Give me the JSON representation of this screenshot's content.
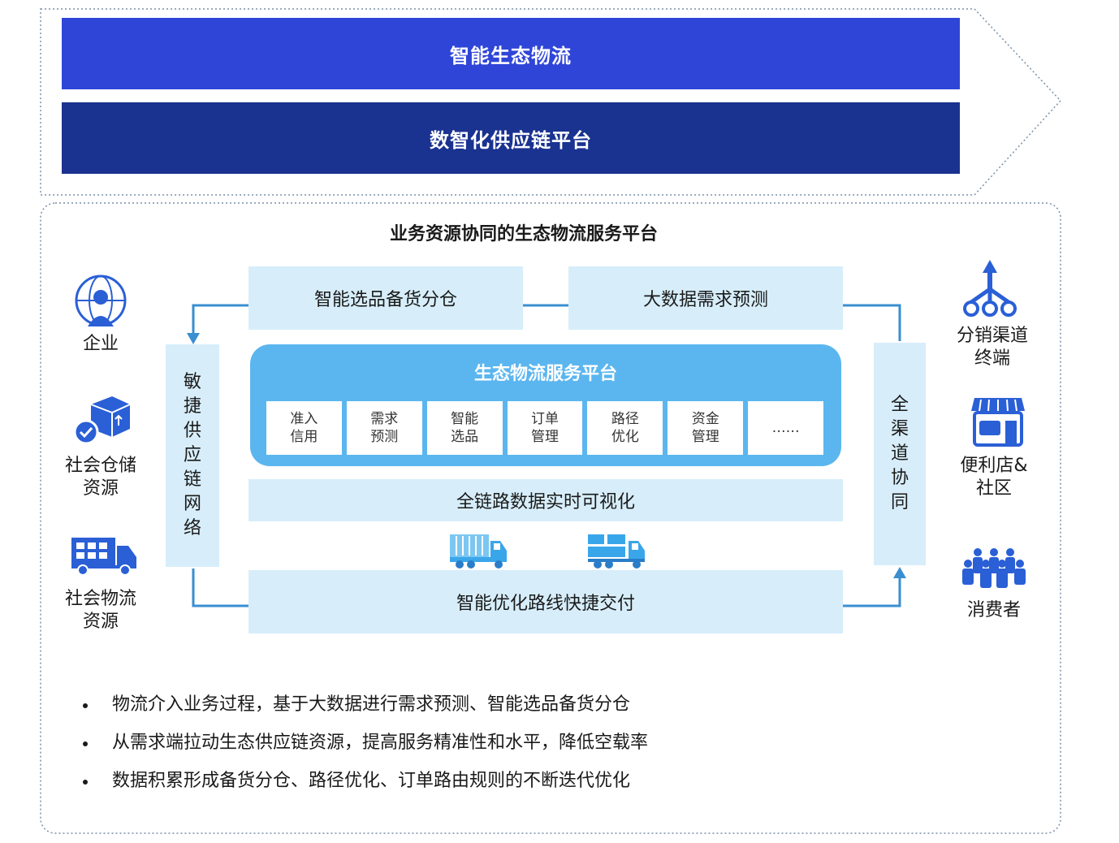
{
  "banners": {
    "top": "智能生态物流",
    "bottom": "数智化供应链平台"
  },
  "section_title": "业务资源协同的生态物流服务平台",
  "boxes": {
    "top_left": "智能选品备货分仓",
    "top_right": "大数据需求预测",
    "visualization": "全链路数据实时可视化",
    "delivery": "智能优化路线快捷交付"
  },
  "left_column": [
    "敏",
    "捷",
    "供",
    "应",
    "链",
    "网",
    "络"
  ],
  "right_column": [
    "全",
    "渠",
    "道",
    "协",
    "同"
  ],
  "platform": {
    "title": "生态物流服务平台",
    "cells": [
      "准入\n信用",
      "需求\n预测",
      "智能\n选品",
      "订单\n管理",
      "路径\n优化",
      "资金\n管理",
      "……"
    ]
  },
  "left_items": [
    "企业",
    "社会仓储\n资源",
    "社会物流\n资源"
  ],
  "right_items": [
    "分销渠道\n终端",
    "便利店&\n社区",
    "消费者"
  ],
  "bullets": [
    "物流介入业务过程，基于大数据进行需求预测、智能选品备货分仓",
    "从需求端拉动生态供应链资源，提高服务精准性和水平，降低空载率",
    "数据积累形成备货分仓、路径优化、订单路由规则的不断迭代优化"
  ],
  "colors": {
    "banner_top": "#2f45d8",
    "banner_bottom": "#1a3290",
    "platform": "#5bb6ef",
    "light_box": "#d7eefa",
    "icon": "#2a5fd6",
    "connector": "#3a8fd0"
  }
}
